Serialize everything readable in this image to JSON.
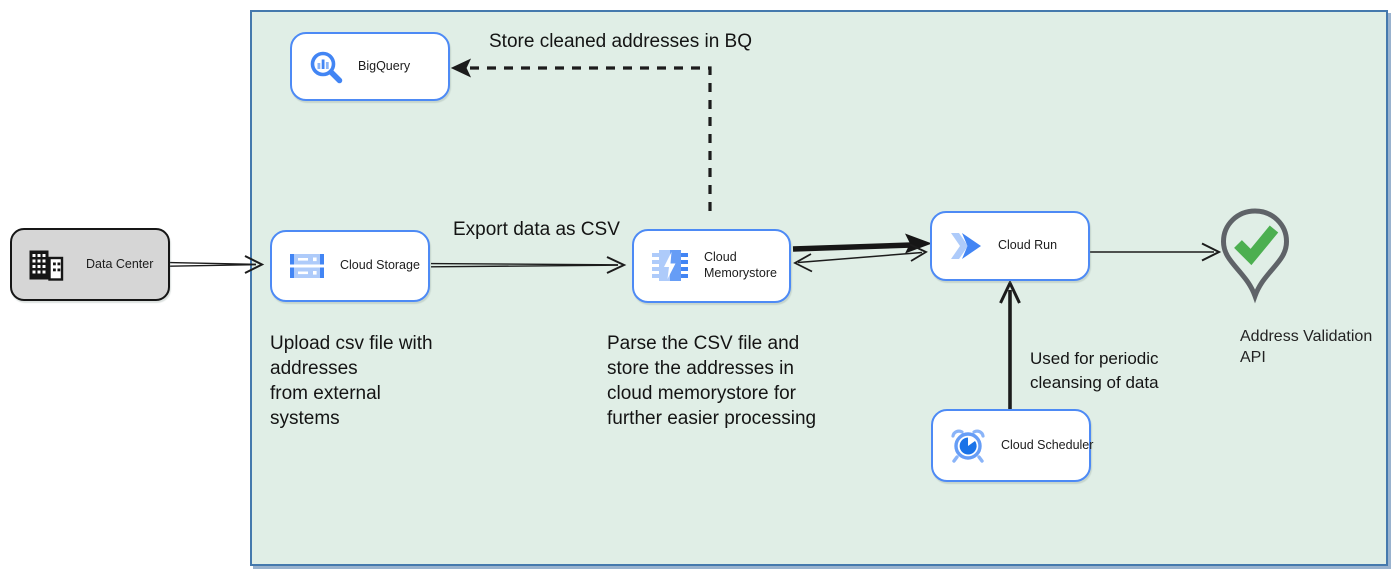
{
  "diagram": {
    "type": "cloud-architecture-flow",
    "colors": {
      "boundary_fill": "#e0eee6",
      "boundary_border": "#4579ad",
      "node_border": "#4d8af5",
      "datacenter_fill": "#d6d6d6",
      "icon_blue": "#4285f4",
      "icon_medium_blue": "#669df6",
      "icon_light_blue": "#aecbfa",
      "pin_outline": "#5f6368",
      "check_green": "#4caf50",
      "arrow_color": "#1c1c1c"
    }
  },
  "nodes": {
    "data_center": {
      "label": "Data Center",
      "icon": "building-icon"
    },
    "bigquery": {
      "label": "BigQuery",
      "icon": "bigquery-icon"
    },
    "cloud_storage": {
      "label": "Cloud Storage",
      "icon": "cloud-storage-icon"
    },
    "cloud_memorystore": {
      "label": "Cloud Memorystore",
      "icon": "memorystore-icon"
    },
    "cloud_run": {
      "label": "Cloud Run",
      "icon": "cloud-run-icon"
    },
    "cloud_scheduler": {
      "label": "Cloud Scheduler",
      "icon": "cloud-scheduler-icon"
    },
    "address_validation_api": {
      "label": "Address Validation API",
      "icon": "map-pin-check-icon"
    }
  },
  "annotations": {
    "store_bq_label": "Store cleaned addresses in BQ",
    "export_csv_label": "Export data as CSV",
    "upload_note": [
      "Upload csv file with",
      "addresses",
      "from external",
      "systems"
    ],
    "parse_note": [
      "Parse the CSV file and",
      "store the addresses in",
      "cloud  memorystore for",
      "further easier processing"
    ],
    "periodic_note": [
      "Used for periodic",
      "cleansing of data"
    ]
  },
  "edges": [
    {
      "from": "data_center",
      "to": "cloud_storage",
      "style": "thin-open"
    },
    {
      "from": "cloud_storage",
      "to": "cloud_memorystore",
      "style": "thin-open",
      "label": "Export data as CSV"
    },
    {
      "from": "cloud_memorystore",
      "to": "bigquery",
      "style": "dashed-solid-head",
      "label": "Store cleaned addresses in BQ"
    },
    {
      "from": "cloud_memorystore",
      "to": "cloud_run",
      "style": "thick-solid"
    },
    {
      "from": "cloud_run",
      "to": "cloud_memorystore",
      "style": "thin-open-both-ends"
    },
    {
      "from": "cloud_run",
      "to": "address_validation_api",
      "style": "thin-open"
    },
    {
      "from": "cloud_scheduler",
      "to": "cloud_run",
      "style": "medium-open",
      "label": "Used for periodic cleansing of data"
    }
  ]
}
